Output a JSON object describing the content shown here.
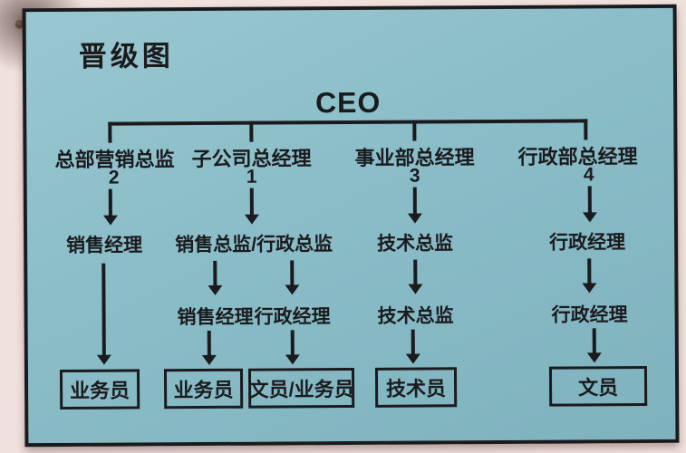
{
  "title": "晋级图",
  "root_label": "CEO",
  "columns": [
    {
      "head": "总部营销总监",
      "rank": "2",
      "level2": "销售经理",
      "terminal": "业务员"
    },
    {
      "head": "子公司总经理",
      "rank": "1",
      "level2": "销售总监/行政总监",
      "split": [
        {
          "level3": "销售经理",
          "terminal": "业务员"
        },
        {
          "level3": "行政经理",
          "terminal": "文员/业务员"
        }
      ]
    },
    {
      "head": "事业部总经理",
      "rank": "3",
      "level2": "技术总监",
      "level3": "技术总监",
      "terminal": "技术员"
    },
    {
      "head": "行政部总经理",
      "rank": "4",
      "level2": "行政经理",
      "level3": "行政经理",
      "terminal": "文员"
    }
  ],
  "colors": {
    "ink": "#1b1b1e",
    "card_bg": "#8abdc8",
    "card_border": "#191b1e",
    "wall": "#f0e1dd"
  }
}
